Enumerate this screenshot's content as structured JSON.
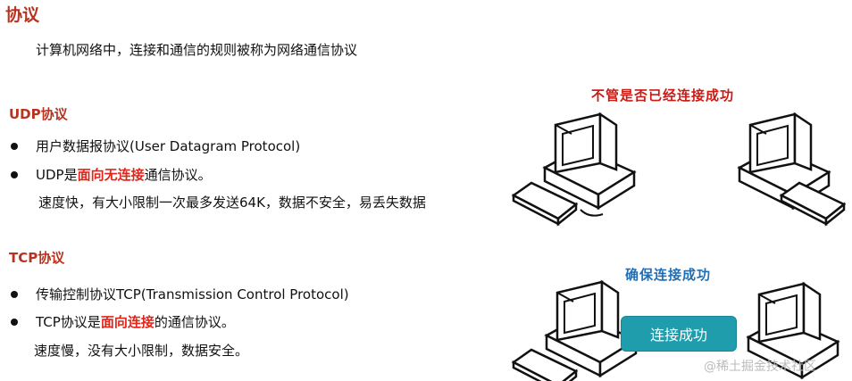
{
  "title": "协议",
  "intro": "计算机网络中，连接和通信的规则被称为网络通信协议",
  "udp": {
    "title": "UDP协议",
    "bullet1": "用户数据报协议(User Datagram Protocol)",
    "bullet2_prefix": "UDP是",
    "bullet2_emphasis": "面向无连接",
    "bullet2_suffix": "通信协议。",
    "detail": "速度快，有大小限制一次最多发送64K，数据不安全，易丢失数据",
    "illustration_caption": "不管是否已经连接成功"
  },
  "tcp": {
    "title": "TCP协议",
    "bullet1": "传输控制协议TCP(Transmission Control Protocol)",
    "bullet2_prefix": "TCP协议是",
    "bullet2_emphasis": "面向连接",
    "bullet2_suffix": "的通信协议。",
    "detail": "速度慢，没有大小限制，数据安全。",
    "illustration_caption": "确保连接成功",
    "connect_button": "连接成功"
  },
  "watermark": "@稀土掘金技术社区",
  "colors": {
    "heading_red": "#b8321f",
    "emphasis_red": "#e0251b",
    "button_teal": "#1f9dad",
    "caption_blue": "#1f6fb8"
  },
  "icons": [
    "desktop-computer-icon",
    "keyboard-icon",
    "bullet-dot-icon"
  ]
}
